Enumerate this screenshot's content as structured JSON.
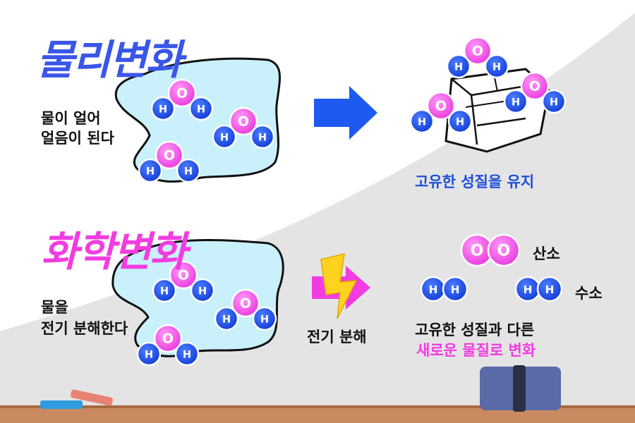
{
  "physical": {
    "title": "물리변화",
    "desc_line1": "물이 얼어",
    "desc_line2": "얼음이 된다",
    "result": "고유한 성질을 유지"
  },
  "chemical": {
    "title": "화학변화",
    "desc_line1": "물을",
    "desc_line2": "전기 분해한다",
    "process": "전기 분해",
    "result_line1": "고유한 성질과 다른",
    "result_line2": "새로운 물질로 변화",
    "oxygen_label": "산소",
    "hydrogen_label": "수소"
  },
  "atoms": {
    "oxygen": "O",
    "hydrogen": "H"
  },
  "colors": {
    "physical_title": "#3a56e8",
    "chemical_title": "#f23ce0",
    "oxygen": "#f04fe6",
    "hydrogen": "#1e4fe8",
    "water": "#c9f0fb",
    "arrow_blue": "#1e5af0",
    "arrow_pink": "#f23ce0",
    "lightning": "#ffd21f",
    "result_blue": "#1f4fd8",
    "result_pink": "#f23ce0",
    "board_gray": "#e4e4e4",
    "ledge": "#c98a62",
    "eraser": "#5b6aa8"
  },
  "icons": {
    "physical_arrow": "right-arrow-icon",
    "chemical_arrow": "lightning-arrow-icon",
    "ice": "ice-cube-icon",
    "chalk": "chalk-icon",
    "eraser": "eraser-icon"
  }
}
